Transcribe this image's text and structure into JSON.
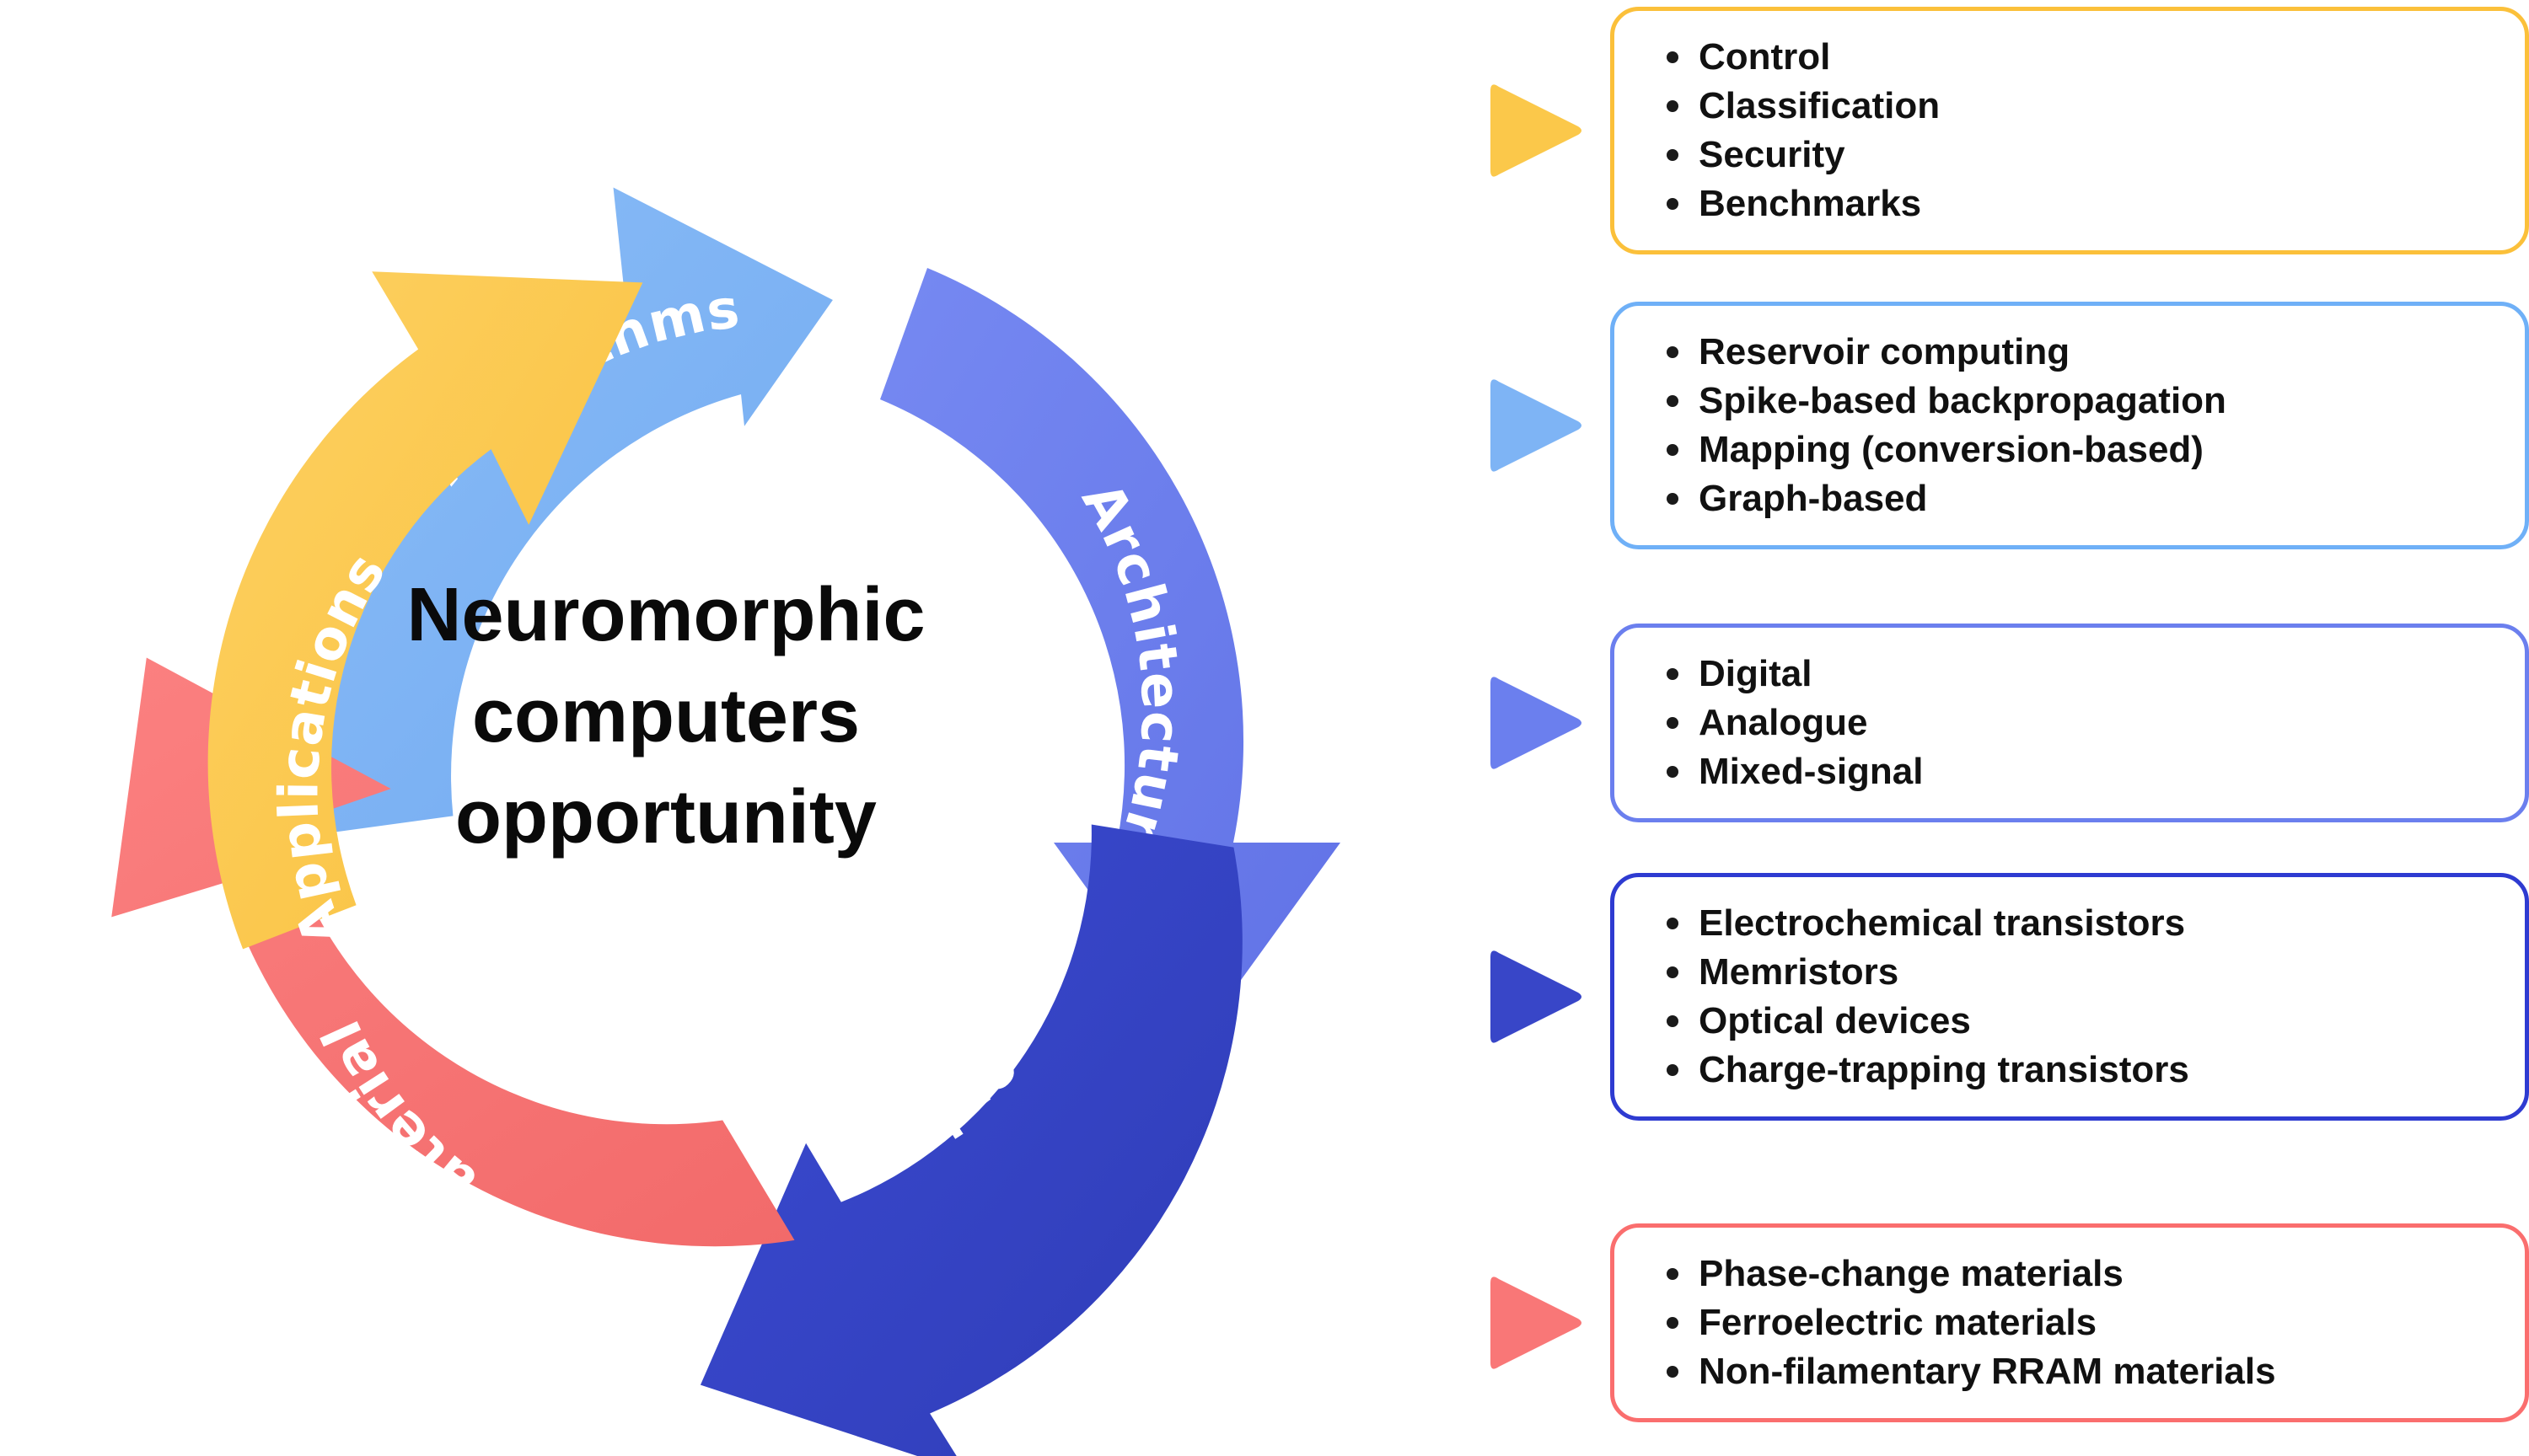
{
  "diagram": {
    "title": "Neuromorphic computers opportunity cycle",
    "center_text": {
      "line1": "Neuromorphic",
      "line2": "computers",
      "line3": "opportunity"
    },
    "segments": [
      {
        "label": "Algorithms",
        "color": "#7EB4F5"
      },
      {
        "label": "Architecture",
        "color": "#6B7FEE"
      },
      {
        "label": "Devices",
        "color": "#3846C8"
      },
      {
        "label": "Materials",
        "color": "#F97777"
      },
      {
        "label": "Applications",
        "color": "#FBC84A"
      }
    ]
  },
  "details": [
    {
      "arrow_name": "applications-arrow",
      "color": "#FBC84A",
      "border_color": "#FBC03A",
      "items": [
        "Control",
        "Classification",
        "Security",
        "Benchmarks"
      ]
    },
    {
      "arrow_name": "algorithms-arrow",
      "color": "#7EB4F5",
      "border_color": "#6FB0F7",
      "items": [
        "Reservoir computing",
        "Spike-based backpropagation",
        "Mapping (conversion-based)",
        "Graph-based"
      ]
    },
    {
      "arrow_name": "architecture-arrow",
      "color": "#6B7FEE",
      "border_color": "#6B7FEE",
      "items": [
        "Digital",
        "Analogue",
        "Mixed-signal"
      ]
    },
    {
      "arrow_name": "devices-arrow",
      "color": "#3846C8",
      "border_color": "#2E3BD1",
      "items": [
        "Electrochemical transistors",
        "Memristors",
        "Optical devices",
        "Charge-trapping transistors"
      ]
    },
    {
      "arrow_name": "materials-arrow",
      "color": "#F97777",
      "border_color": "#FA6E6E",
      "items": [
        "Phase-change materials",
        "Ferroelectric materials",
        "Non-filamentary RRAM materials"
      ]
    }
  ]
}
